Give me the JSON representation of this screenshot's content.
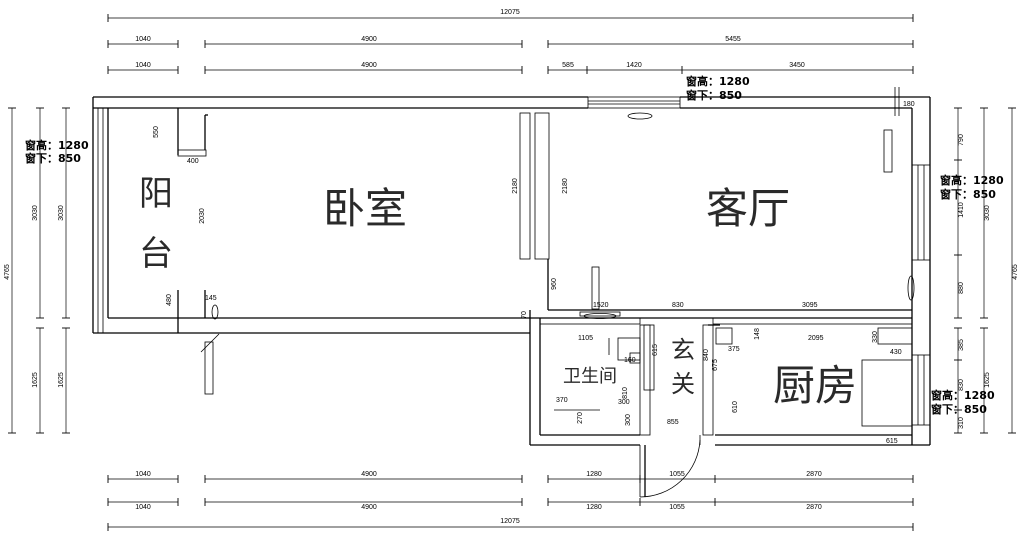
{
  "rooms": {
    "balcony_1": "阳",
    "balcony_2": "台",
    "bedroom": "卧室",
    "living": "客厅",
    "bathroom": "卫生间",
    "entry_1": "玄",
    "entry_2": "关",
    "kitchen": "厨房"
  },
  "windows": {
    "top": {
      "height": "窗高：1280",
      "sill": "窗下：850"
    },
    "left": {
      "height": "窗高：1280",
      "sill": "窗下：850"
    },
    "right_upper": {
      "height": "窗高：1280",
      "sill": "窗下：850"
    },
    "right_lower": {
      "height": "窗高：1280",
      "sill": "窗下：850"
    }
  },
  "dims_top": {
    "total": "12075",
    "row1": [
      "1040",
      "4900",
      "5455"
    ],
    "row2": [
      "1040",
      "4900",
      "585",
      "1420",
      "3450"
    ]
  },
  "dims_bottom": {
    "total": "12075",
    "row1": [
      "1040",
      "4900",
      "1280",
      "1055",
      "2870"
    ],
    "row2": [
      "1040",
      "4900",
      "1280",
      "1055",
      "2870"
    ]
  },
  "dims_left": {
    "total": "4765",
    "upper": [
      "3030",
      "3030"
    ],
    "lower": [
      "1625",
      "1625"
    ]
  },
  "dims_right": {
    "total": "4765",
    "upper": [
      "3030",
      "1410",
      "790",
      "880"
    ],
    "lower": [
      "1625",
      "385",
      "830",
      "310"
    ]
  },
  "internal_dims": {
    "balcony_550": "550",
    "balcony_400": "400",
    "balcony_2030": "2030",
    "balcony_480": "480",
    "balcony_145": "145",
    "bedroom_2180": "2180",
    "living_2180": "2180",
    "living_960": "960",
    "corr_1520": "1520",
    "corr_830": "830",
    "corr_3095": "3095",
    "corr_70": "70",
    "top_180": "180",
    "bath_1105": "1105",
    "bath_160": "160",
    "bath_615": "615",
    "bath_840": "840",
    "bath_675": "675",
    "bath_375": "375",
    "bath_370": "370",
    "bath_270": "270",
    "bath_810": "810",
    "bath_300a": "300",
    "bath_300b": "300",
    "entry_855": "855",
    "entry_610": "610",
    "kit_148": "148",
    "kit_2095": "2095",
    "kit_330": "330",
    "kit_430": "430",
    "kit_615": "615"
  }
}
